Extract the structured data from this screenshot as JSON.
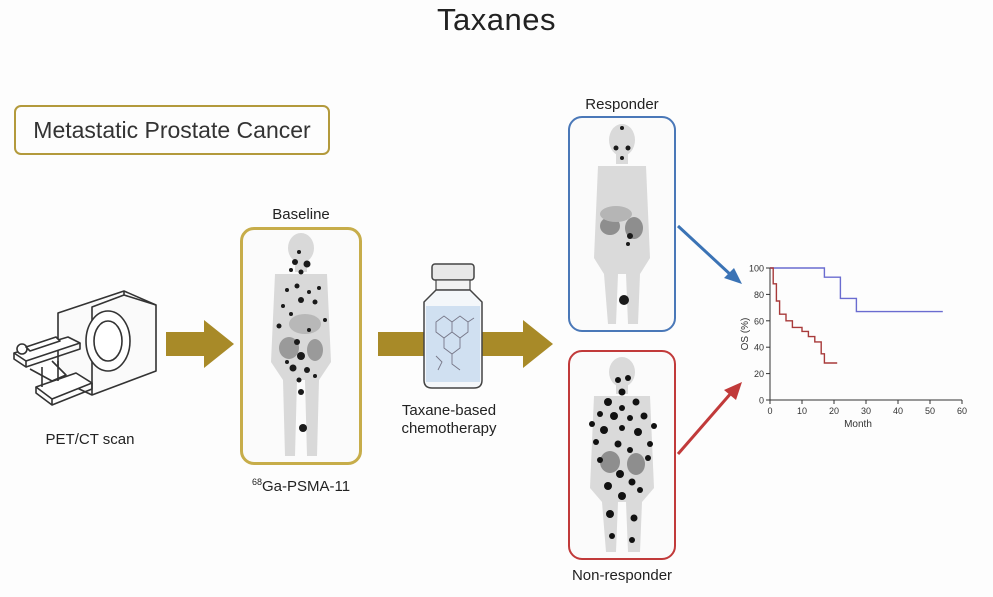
{
  "title": "Taxanes",
  "context_box": "Metastatic Prostate Cancer",
  "scanner_label": "PET/CT scan",
  "baseline_label": "Baseline",
  "tracer_label_sup": "68",
  "tracer_label_main": "Ga-PSMA-11",
  "therapy_label_line1": "Taxane-based",
  "therapy_label_line2": "chemotherapy",
  "responder_label": "Responder",
  "nonresponder_label": "Non-responder",
  "colors": {
    "gold": "#b39a3c",
    "arrow": "#a88a28",
    "responder": "#4a78b8",
    "nonresponder": "#c13a3a",
    "km_responder": "#6a6cd0",
    "km_nonresponder": "#a83a3a"
  },
  "chart_data": {
    "type": "line",
    "xlabel": "Month",
    "ylabel": "OS (%)",
    "xlim": [
      0,
      60
    ],
    "ylim": [
      0,
      100
    ],
    "x_ticks": [
      "0",
      "10",
      "20",
      "30",
      "40",
      "50",
      "60"
    ],
    "y_ticks": [
      "0",
      "20",
      "40",
      "60",
      "80",
      "100"
    ],
    "series": [
      {
        "step": true,
        "color": "#6a6cd0",
        "x": [
          0,
          12,
          12,
          17,
          17,
          22,
          22,
          27,
          27,
          54
        ],
        "y": [
          100,
          100,
          100,
          100,
          93,
          93,
          77,
          77,
          67,
          67
        ]
      },
      {
        "step": true,
        "color": "#a83a3a",
        "x": [
          0,
          1,
          1,
          2,
          2,
          3,
          3,
          5,
          5,
          7,
          7,
          10,
          10,
          12,
          12,
          14,
          14,
          16,
          16,
          17,
          17,
          21
        ],
        "y": [
          100,
          100,
          88,
          88,
          75,
          75,
          65,
          65,
          60,
          60,
          55,
          55,
          52,
          52,
          48,
          48,
          44,
          44,
          35,
          35,
          28,
          28
        ]
      }
    ]
  }
}
